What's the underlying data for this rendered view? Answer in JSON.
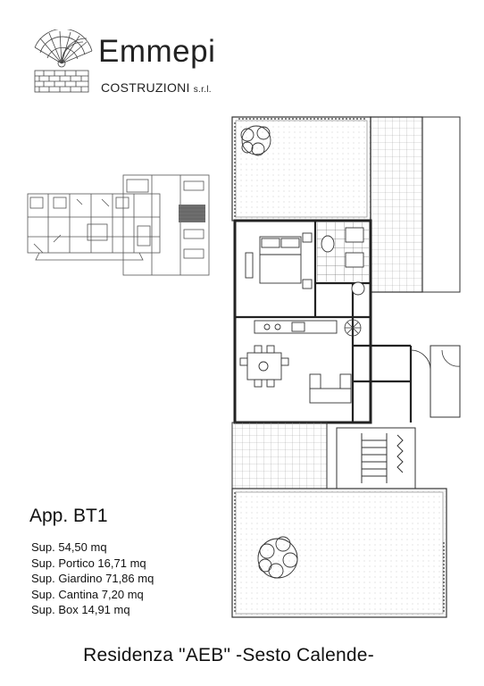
{
  "brand": {
    "name": "Emmepi",
    "subtitle": "COSTRUZIONI",
    "suffix": "s.r.l."
  },
  "apartment": {
    "title": "App. BT1",
    "surfaces": [
      "Sup. 54,50 mq",
      "Sup. Portico 16,71 mq",
      "Sup. Giardino 71,86 mq",
      "Sup. Cantina 7,20 mq",
      "Sup. Box 14,91 mq"
    ]
  },
  "footer": {
    "title": "Residenza \"AEB\" -Sesto Calende-"
  },
  "icons": {
    "logo": "spiral-staircase-logo-icon",
    "keyplan": "key-plan-drawing",
    "floorplan": "apartment-floor-plan-drawing"
  },
  "colors": {
    "ink": "#222222",
    "hatch": "#8a8a8a",
    "highlight": "#6e6e6e"
  }
}
